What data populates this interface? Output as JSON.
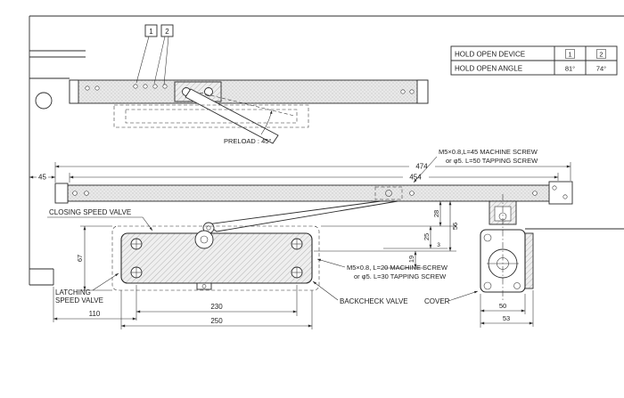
{
  "drawing": {
    "callout_1": "1",
    "callout_2": "2",
    "preload_label": "PRELOAD : 45°"
  },
  "table": {
    "row1_label": "HOLD OPEN DEVICE",
    "row1_val1": "1",
    "row1_val2": "2",
    "row2_label": "HOLD OPEN ANGLE",
    "row2_val1": "81°",
    "row2_val2": "74°"
  },
  "notes": {
    "rail_screw_1": "M5×0.8,L=45 MACHINE SCREW",
    "rail_screw_2": "or φ5. L=50 TAPPING SCREW",
    "body_screw_1": "M5×0.8, L=20 MACHINE SCREW",
    "body_screw_2": "or φ5. L=30 TAPPING SCREW"
  },
  "labels": {
    "closing_speed_valve": "CLOSING SPEED VALVE",
    "latching_1": "LATCHING",
    "latching_2": "SPEED VALVE",
    "backcheck_valve": "BACKCHECK VALVE",
    "cover": "COVER"
  },
  "dims": {
    "overall": "474",
    "rail": "454",
    "offset45": "45",
    "d28": "28",
    "d56": "56",
    "d25": "25",
    "d3": "3",
    "d19": "19",
    "d67": "67",
    "d110": "110",
    "d230": "230",
    "d250": "250",
    "d50": "50",
    "d53": "53"
  },
  "colors": {
    "line": "#2b2b2b",
    "background": "#ffffff"
  }
}
